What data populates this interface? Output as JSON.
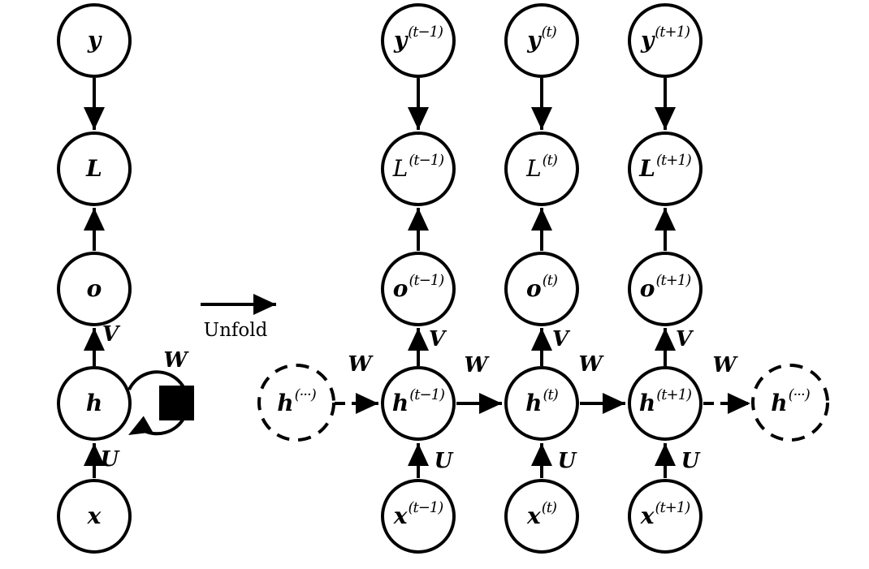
{
  "folded": {
    "y": "y",
    "L": "L",
    "o": "o",
    "h": "h",
    "x": "x",
    "v": "V",
    "u": "U",
    "w": "W"
  },
  "unfold": {
    "label": "Unfold"
  },
  "unfolded": {
    "columns": [
      {
        "sup": "(t−1)",
        "y": "y",
        "L": "L",
        "o": "o",
        "h": "h",
        "x": "x",
        "v": "V",
        "u": "U",
        "w": "W"
      },
      {
        "sup": "(t)",
        "y": "y",
        "L": "L",
        "o": "o",
        "h": "h",
        "x": "x",
        "v": "V",
        "u": "U",
        "w": "W"
      },
      {
        "sup": "(t+1)",
        "y": "y",
        "L": "L",
        "o": "o",
        "h": "h",
        "x": "x",
        "v": "V",
        "u": "U",
        "w": "W"
      }
    ],
    "w_last": "W",
    "ghost_left": {
      "base": "h",
      "sup": "(···)"
    },
    "ghost_right": {
      "base": "h",
      "sup": "(···)"
    }
  },
  "icons": {
    "delay_square": "filled-black-square"
  }
}
